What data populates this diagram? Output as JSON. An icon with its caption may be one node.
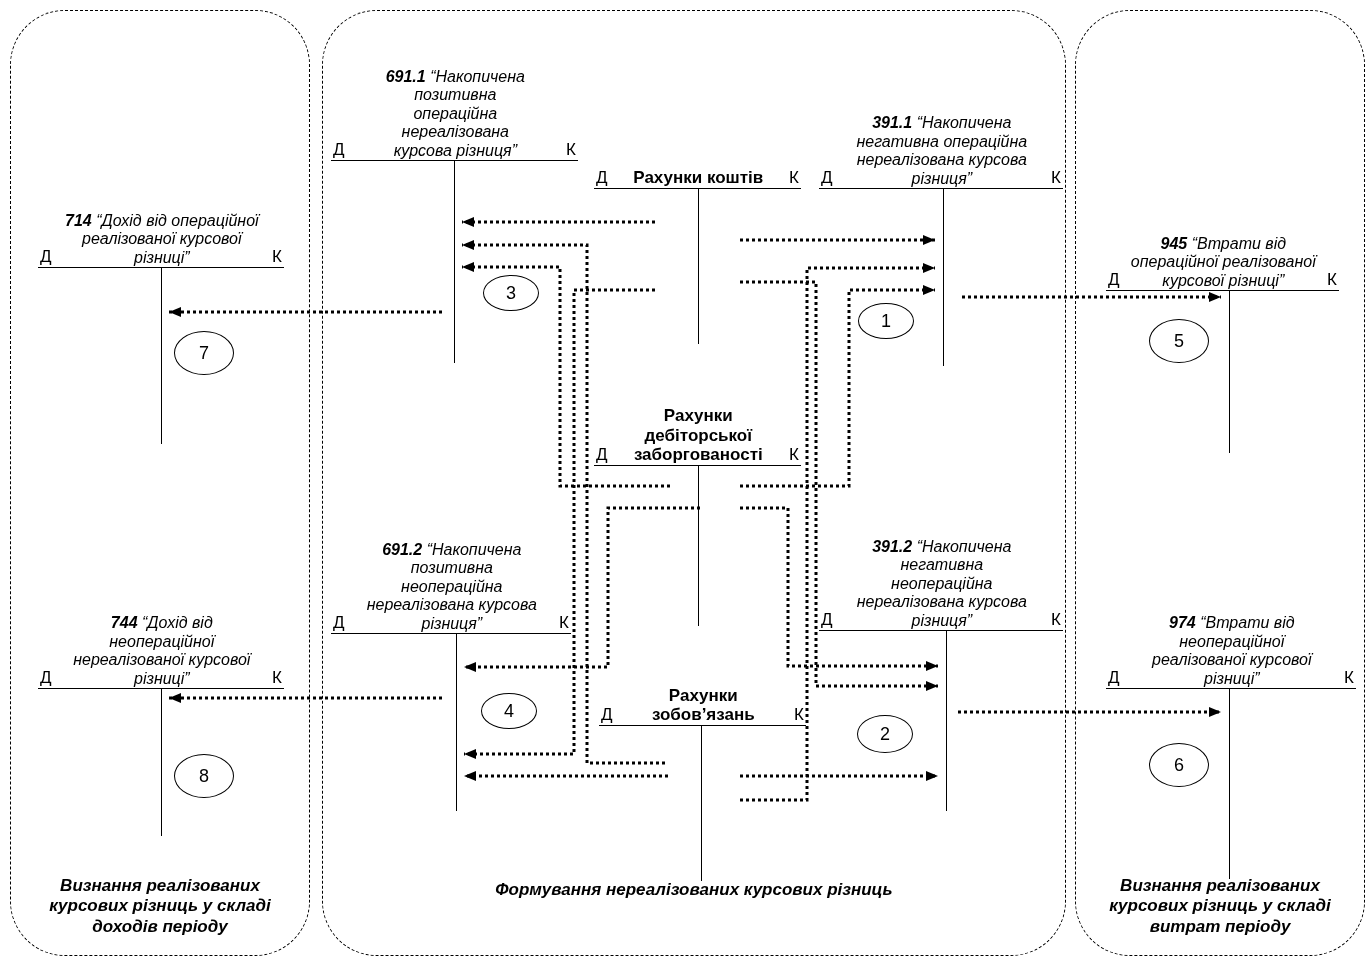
{
  "diagram": {
    "nodes": [
      {
        "text": [
          "Визнання реалізованих курсових різниць у складі доходів періоду"
        ]
      },
      {
        "text": [
          "Формування нереалізованих курсових різниць"
        ]
      },
      {
        "text": [
          "Визнання реалізованих курсових різниць у складі витрат періоду"
        ]
      },
      {
        "text": [
          "Д",
          "**691.1** “Накопичена позитивна операційна нереалізована курсова різниця”",
          "К"
        ],
        "in": 1
      },
      {
        "text": [
          "Д",
          "**391.1** “Накопичена негативна операційна нереалізована курсова різниця”",
          "К"
        ],
        "in": 1
      },
      {
        "text": [
          "Д",
          "Рахунки коштів",
          "К"
        ],
        "in": 1
      },
      {
        "text": [
          "Д",
          "**714** “Дохід від операційної реалізованої курсової різниці”",
          "К"
        ],
        "in": 0
      },
      {
        "text": [
          "Д",
          "**945** “Втрати від операційної реалізованої курсової різниці”",
          "К"
        ],
        "in": 2
      },
      {
        "text": [
          "Д",
          "Рахунки дебіторської заборгованості",
          "К"
        ],
        "in": 1
      },
      {
        "text": [
          "Д",
          "**691.2** “Накопичена позитивна неопераційна нереалізована курсова різниця”",
          "К"
        ],
        "in": 1
      },
      {
        "text": [
          "Д",
          "**391.2** “Накопичена негативна неопераційна нереалізована курсова різниця”",
          "К"
        ],
        "in": 1
      },
      {
        "text": [
          "Д",
          "**744** “Дохід від неопераційної нереалізованої курсової різниці”",
          "К"
        ],
        "in": 0
      },
      {
        "text": [
          "Д",
          "**974** “Втрати від неопераційної реалізованої курсової різниці”",
          "К"
        ],
        "in": 2
      },
      {
        "text": [
          "Д",
          "Рахунки зобов’язань",
          "К"
        ],
        "in": 1
      },
      {
        "text": [
          "3"
        ],
        "in": 1
      },
      {
        "text": [
          "1"
        ],
        "in": 1
      },
      {
        "text": [
          "5"
        ],
        "in": 2
      },
      {
        "text": [
          "7"
        ],
        "in": 0
      },
      {
        "text": [
          "2"
        ],
        "in": 1
      },
      {
        "text": [
          "4"
        ],
        "in": 1
      },
      {
        "text": [
          "6"
        ],
        "in": 2
      },
      {
        "text": [
          "8"
        ],
        "in": 0
      }
    ],
    "edges": [
      {
        "from": 5,
        "to": 3,
        "arrow": "to"
      },
      {
        "from": 8,
        "to": 3,
        "arrow": "to"
      },
      {
        "from": 13,
        "to": 3,
        "arrow": "to"
      },
      {
        "from": 5,
        "to": 9,
        "arrow": "to"
      },
      {
        "from": 8,
        "to": 9,
        "arrow": "to"
      },
      {
        "from": 13,
        "to": 9,
        "arrow": "to"
      },
      {
        "from": 5,
        "to": 4,
        "arrow": "to"
      },
      {
        "from": 8,
        "to": 4,
        "arrow": "to"
      },
      {
        "from": 13,
        "to": 4,
        "arrow": "to"
      },
      {
        "from": 5,
        "to": 10,
        "arrow": "to"
      },
      {
        "from": 8,
        "to": 10,
        "arrow": "to"
      },
      {
        "from": 13,
        "to": 10,
        "arrow": "to"
      },
      {
        "from": 3,
        "to": 6,
        "arrow": "to"
      },
      {
        "from": 9,
        "to": 11,
        "arrow": "to"
      },
      {
        "from": 4,
        "to": 7,
        "arrow": "to"
      },
      {
        "from": 10,
        "to": 12,
        "arrow": "to"
      }
    ]
  }
}
